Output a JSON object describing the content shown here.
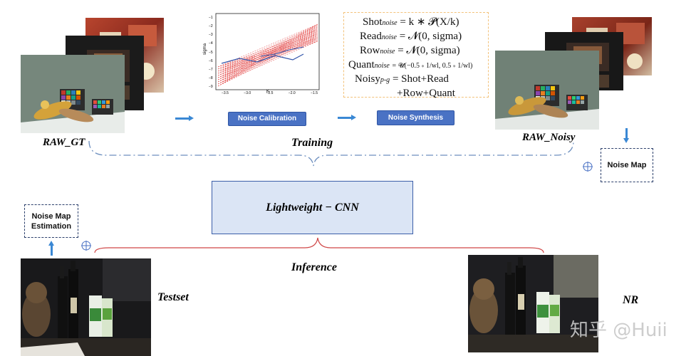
{
  "labels": {
    "raw_gt": "RAW_GT",
    "training": "Training",
    "raw_noisy": "RAW_Noisy",
    "cnn": "Lightweight − CNN",
    "inference": "Inference",
    "testset": "Testset",
    "nr": "NR"
  },
  "buttons": {
    "noise_calibration": "Noise Calibration",
    "noise_synthesis": "Noise Synthesis"
  },
  "boxes": {
    "noise_map": "Noise Map",
    "noise_map_estimation_line1": "Noise Map",
    "noise_map_estimation_line2": "Estimation"
  },
  "formula": {
    "shot_name": "Shot",
    "read_name": "Read",
    "row_name": "Row",
    "quant_name": "Quant",
    "noisy_name": "Noisy",
    "sub_noise": "noise",
    "sub_pg": "p-g",
    "shot_expr": "= k ∗ 𝓟(X/k)",
    "read_expr": "= 𝓝(0, sigma)",
    "row_expr": "= 𝓝(0, sigma)",
    "quant_expr": "= 𝓤(−0.5 ∗ 1/wl, 0.5 ∗ 1/wl)",
    "noisy_expr1": "= Shot+Read",
    "noisy_expr2": "+Row+Quant"
  },
  "calibration_plot": {
    "y_label": "sigma",
    "x_label": "K",
    "x_ticks": [
      "−3.5",
      "−3.0",
      "−2.5",
      "−2.0",
      "−1.5"
    ],
    "y_ticks": [
      "−1",
      "−2",
      "−3",
      "−4",
      "−5",
      "−6",
      "−7",
      "−8",
      "−9"
    ]
  },
  "watermark": "知乎 @Huii"
}
